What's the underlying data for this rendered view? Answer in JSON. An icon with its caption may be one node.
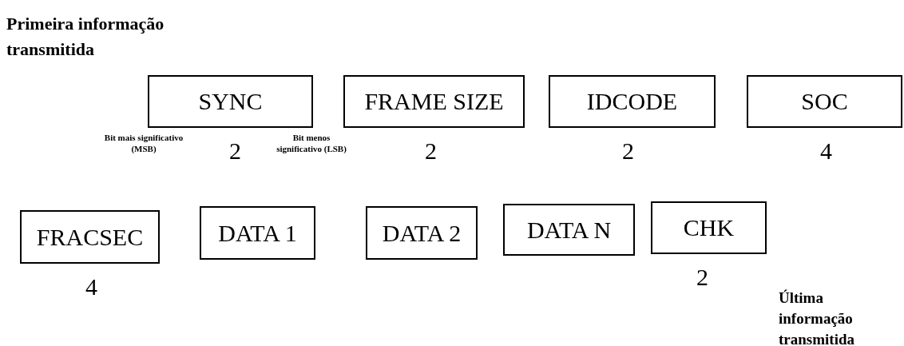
{
  "diagram": {
    "nodes": [
      {
        "text": [
          "SYNC"
        ],
        "beside": [
          "2"
        ]
      },
      {
        "text": [
          "FRAME SIZE"
        ],
        "beside": [
          "2"
        ]
      },
      {
        "text": [
          "IDCODE"
        ],
        "beside": [
          "2"
        ]
      },
      {
        "text": [
          "SOC"
        ],
        "beside": [
          "4"
        ]
      },
      {
        "text": [
          "FRACSEC"
        ],
        "beside": [
          "4"
        ]
      },
      {
        "text": [
          "DATA 1"
        ]
      },
      {
        "text": [
          "DATA 2"
        ]
      },
      {
        "text": [
          "DATA N"
        ]
      },
      {
        "text": [
          "CHK"
        ],
        "beside": [
          "2"
        ]
      }
    ],
    "labels": [
      "Primeira informação transmitida",
      "Bit mais significativo (MSB)",
      "Bit menos significativo (LSB)",
      "Última informação transmitida"
    ]
  }
}
